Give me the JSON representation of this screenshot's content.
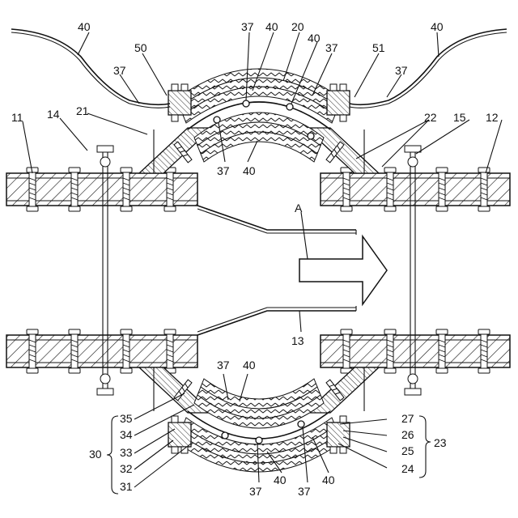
{
  "figure": {
    "type": "patent-drawing",
    "colors": {
      "ink": "#111111",
      "paper": "#ffffff"
    }
  },
  "labels": {
    "l11": "11",
    "l14": "14",
    "l21": "21",
    "l22": "22",
    "l15": "15",
    "l12": "12",
    "l40_tl": "40",
    "l40_tr": "40",
    "l37_tl": "37",
    "l50": "50",
    "l37_top1": "37",
    "l40_top1": "40",
    "l20": "20",
    "l40_top2": "40",
    "l37_top2": "37",
    "l51": "51",
    "l37_tr": "37",
    "l37_mid": "37",
    "l40_mid": "40",
    "lA": "A",
    "l13": "13",
    "l37_low": "37",
    "l40_low": "40",
    "l35": "35",
    "l34": "34",
    "l33": "33",
    "l32": "32",
    "l31": "31",
    "l30": "30",
    "l27": "27",
    "l26": "26",
    "l25": "25",
    "l24": "24",
    "l23": "23",
    "l37_b1": "37",
    "l40_b1": "40",
    "l37_b2": "37",
    "l40_b2": "40"
  }
}
